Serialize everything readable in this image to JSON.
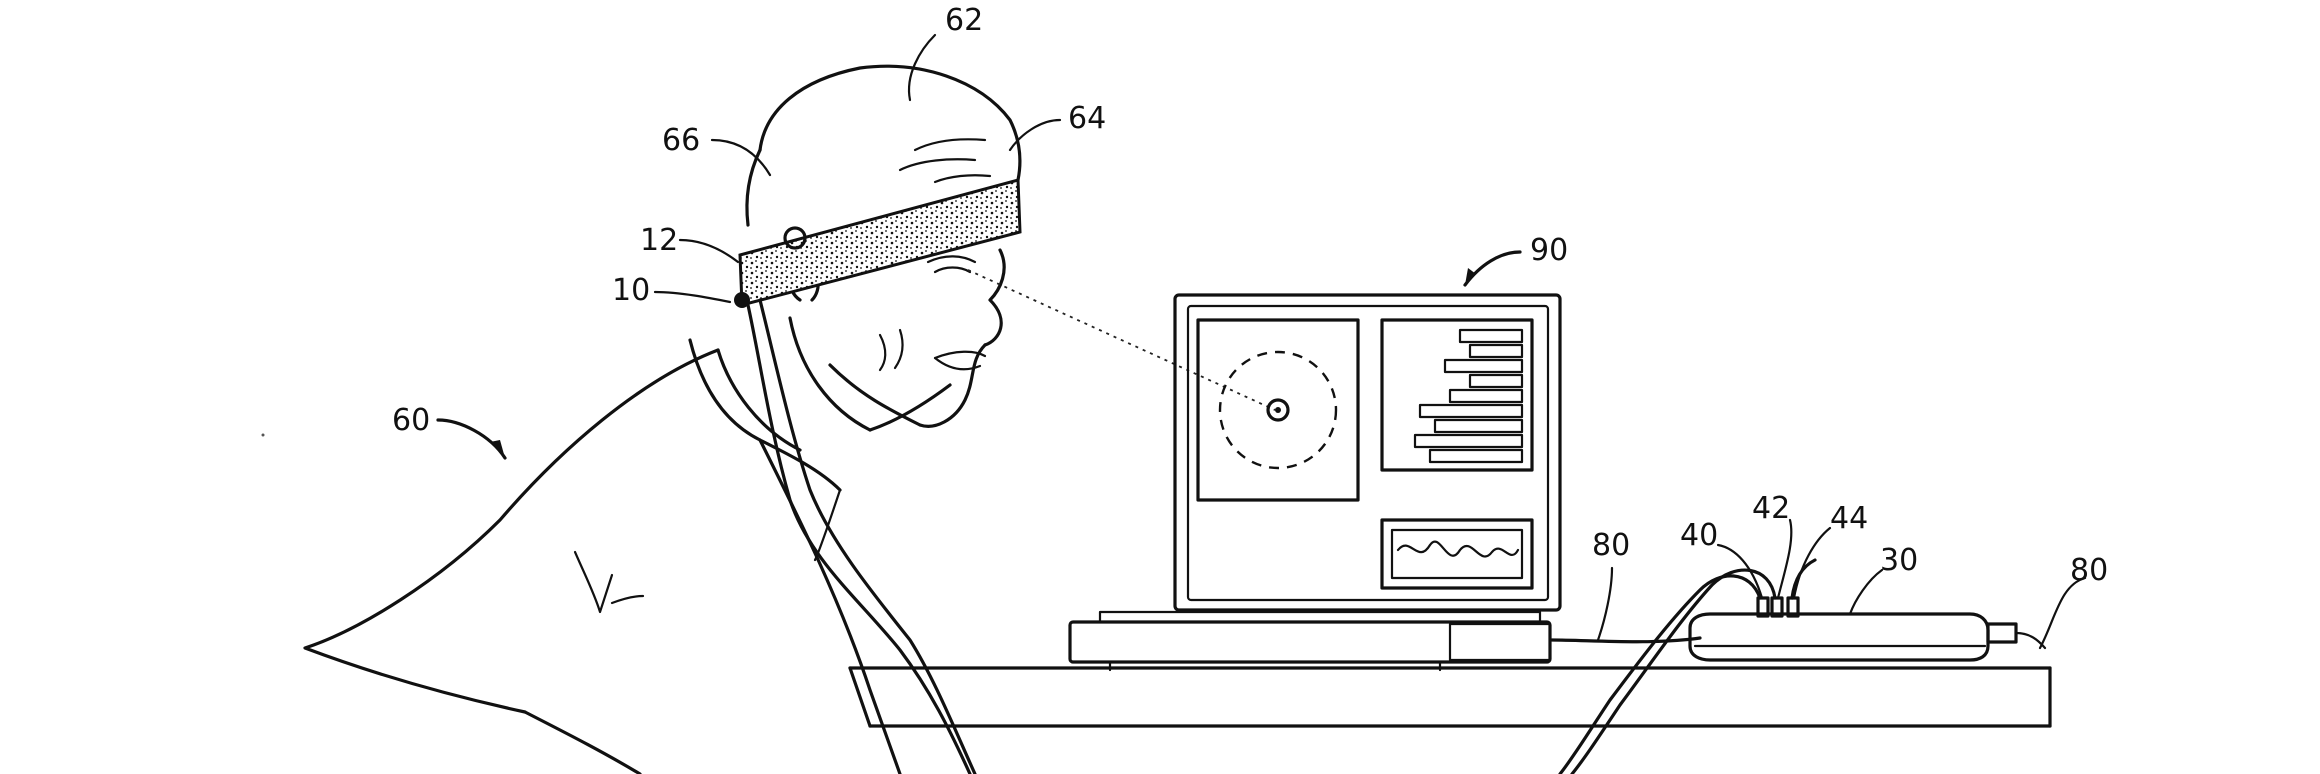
{
  "reference_numerals": {
    "r62": "62",
    "r64": "64",
    "r66": "66",
    "r12": "12",
    "r10": "10",
    "r60": "60",
    "r90": "90",
    "r80a": "80",
    "r40": "40",
    "r42": "42",
    "r44": "44",
    "r30": "30",
    "r80b": "80"
  },
  "colors": {
    "line": "#111111",
    "background": "#ffffff"
  }
}
